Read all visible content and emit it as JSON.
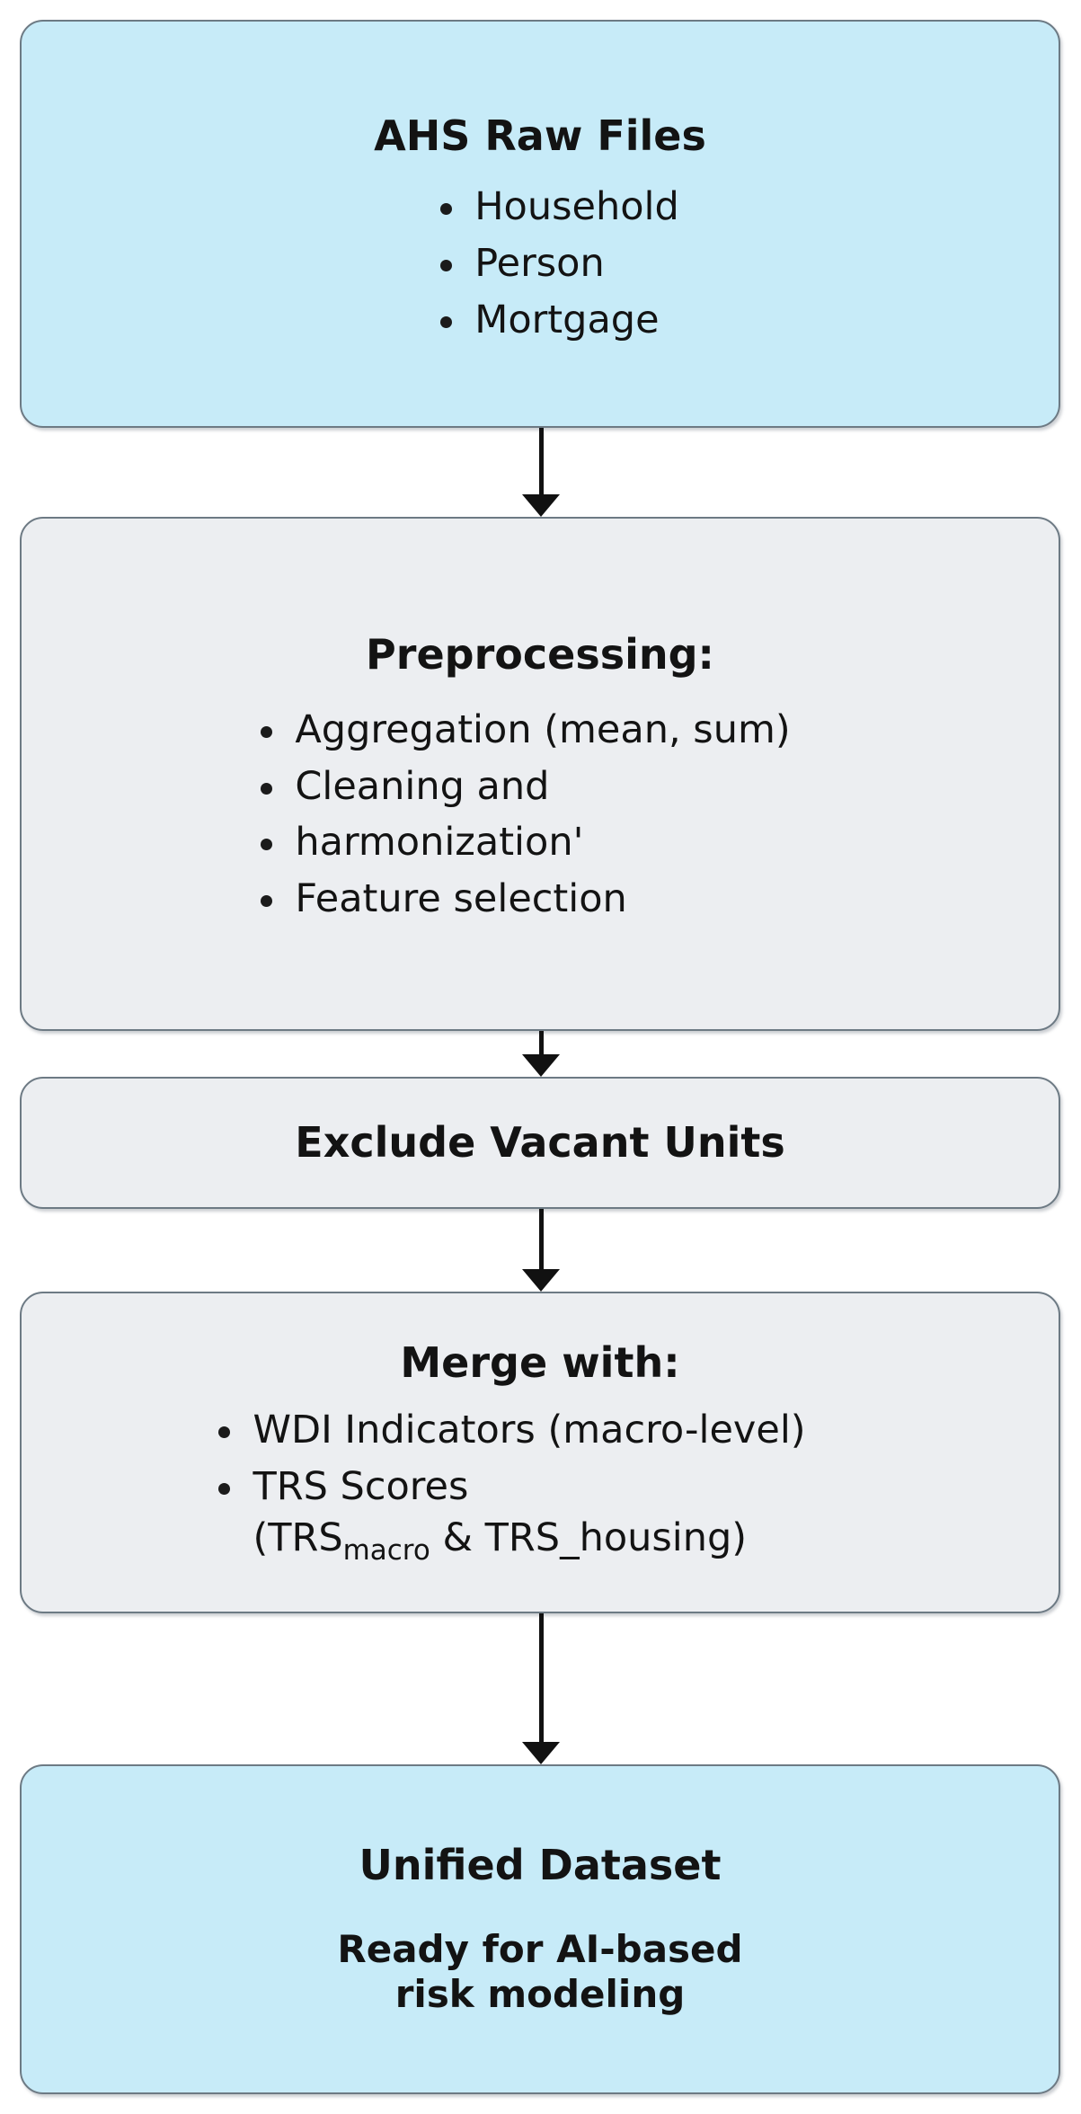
{
  "diagram": {
    "title": "AHS data processing pipeline flowchart",
    "orientation": "top-to-bottom",
    "colors": {
      "highlight_fill": "#c7ebf8",
      "step_fill": "#eceef1",
      "border": "#6d7a84",
      "text": "#131313",
      "connector": "#111111"
    },
    "nodes": [
      {
        "id": "ahs-raw-files",
        "title": "AHS Raw Files",
        "style": "blue",
        "bullets": [
          "Household",
          "Person",
          "Mortgage"
        ]
      },
      {
        "id": "preprocessing",
        "title": "Preprocessing:",
        "style": "grey",
        "bullets": [
          "Aggregation (mean, sum)",
          "Cleaning and",
          "harmonization'",
          "Feature selection"
        ]
      },
      {
        "id": "exclude-vacant-units",
        "title": "Exclude Vacant Units",
        "style": "grey",
        "bullets": []
      },
      {
        "id": "merge-with",
        "title": "Merge with:",
        "style": "grey",
        "bullets": [
          "WDI Indicators (macro-level)",
          "TRS Scores"
        ],
        "bullet_continuation": {
          "prefix": "(TRS",
          "subscript": "macro",
          "suffix": " & TRS_housing)"
        }
      },
      {
        "id": "unified-dataset",
        "title": "Unified Dataset",
        "style": "blue",
        "subtitle_line1": "Ready for AI-based",
        "subtitle_line2": "risk modeling"
      }
    ],
    "connectors": [
      {
        "id": "ahs-to-preprocessing",
        "label": ""
      },
      {
        "id": "preprocessing-to-exclude",
        "label": ""
      },
      {
        "id": "exclude-to-merge",
        "label": ""
      },
      {
        "id": "merge-to-unified",
        "label": ""
      }
    ]
  }
}
